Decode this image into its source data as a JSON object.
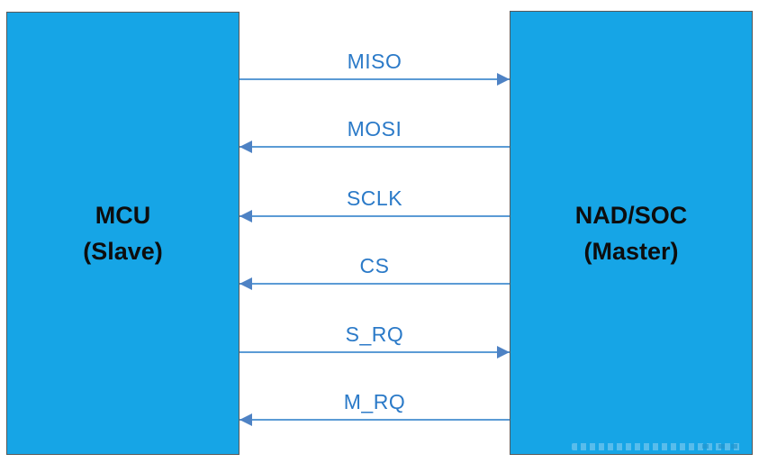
{
  "diagram": {
    "left_box": {
      "title": "MCU",
      "subtitle": "(Slave)"
    },
    "right_box": {
      "title": "NAD/SOC",
      "subtitle": "(Master)"
    },
    "signals": [
      {
        "label": "MISO",
        "direction": "to-master"
      },
      {
        "label": "MOSI",
        "direction": "to-slave"
      },
      {
        "label": "SCLK",
        "direction": "to-slave"
      },
      {
        "label": "CS",
        "direction": "to-slave"
      },
      {
        "label": "S_RQ",
        "direction": "to-master"
      },
      {
        "label": "M_RQ",
        "direction": "to-slave"
      }
    ],
    "colors": {
      "box_fill": "#16a5e6",
      "box_border": "#595959",
      "box_text": "#0d0d0d",
      "signal_label": "#2b7ac8",
      "arrow_line": "#5b9bd5",
      "arrow_head": "#4e82c4"
    }
  }
}
